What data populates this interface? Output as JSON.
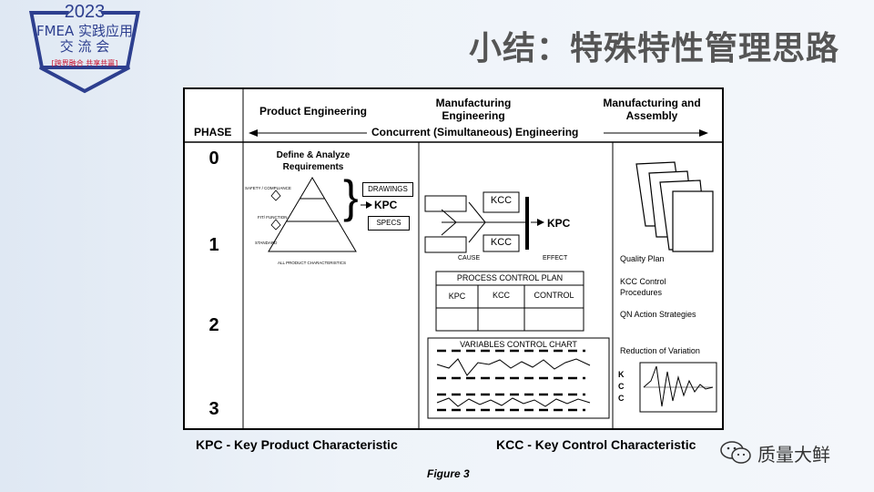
{
  "logo": {
    "year": "2023",
    "line1": "FMEA 实践应用",
    "line2": "交 流 会",
    "slogan": "[跨界融合 共享共赢]"
  },
  "slide_title": "小结：特殊特性管理思路",
  "figure": {
    "phase_header": "PHASE",
    "phases": [
      "0",
      "1",
      "2",
      "3"
    ],
    "product_engineering": "Product Engineering",
    "manufacturing_engineering": "Manufacturing Engineering",
    "manufacturing_assembly": "Manufacturing and Assembly",
    "concurrent": "Concurrent (Simultaneous) Engineering",
    "define_analyze": "Define & Analyze Requirements",
    "pyramid": {
      "safety": "SAFETY / COMPLIANCE",
      "fit": "FIT/ FUNCTION",
      "standard": "STANDARD",
      "base": "ALL PRODUCT CHARACTERISTICS"
    },
    "drawings": "DRAWINGS",
    "specs": "SPECS",
    "kpc": "KPC",
    "fishbone": {
      "kcc_top": "KCC",
      "kcc_bottom": "KCC",
      "kpc": "KPC",
      "cause": "CAUSE",
      "effect": "EFFECT"
    },
    "pcp": {
      "title": "PROCESS CONTROL PLAN",
      "columns": [
        "KPC",
        "KCC",
        "CONTROL"
      ]
    },
    "vcc": {
      "title": "VARIABLES CONTROL CHART"
    },
    "right_items": [
      "Quality Plan",
      "KCC Control Procedures",
      "QN Action Strategies",
      "Reduction of Variation"
    ],
    "kcc_vertical": [
      "K",
      "C",
      "C"
    ]
  },
  "legend": {
    "kpc": "KPC - Key Product Characteristic",
    "kcc": "KCC - Key Control Characteristic"
  },
  "caption": "Figure 3",
  "watermark": "质量大鲜",
  "colors": {
    "logo_blue": "#2d3f8f",
    "logo_red": "#c8102e",
    "title_gray": "#555555"
  }
}
